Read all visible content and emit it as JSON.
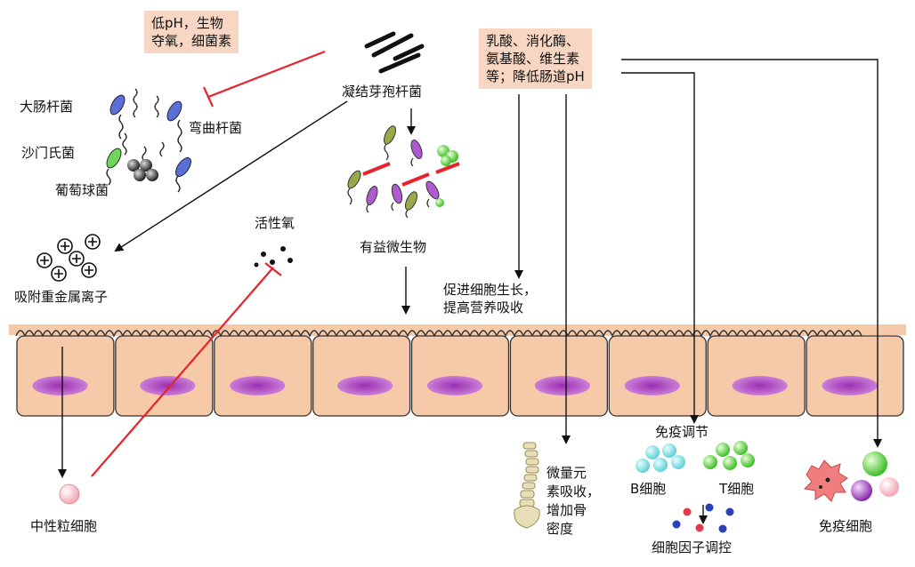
{
  "boxes": {
    "low_ph": {
      "line1": "低pH，生物",
      "line2": "夺氧，细菌素"
    },
    "metabolites": {
      "line1": "乳酸、消化酶、",
      "line2": "氨基酸、维生素",
      "line3": "等；降低肠道pH"
    }
  },
  "labels": {
    "e_coli": "大肠杆菌",
    "salmonella": "沙门氏菌",
    "staph": "葡萄球菌",
    "campylobacter": "弯曲杆菌",
    "bacillus": "凝结芽孢杆菌",
    "beneficial": "有益微生物",
    "ros": "活性氧",
    "heavy_metal": "吸附重金属离子",
    "cell_growth_1": "促进细胞生长，",
    "cell_growth_2": "提高营养吸收",
    "neutrophil": "中性粒细胞",
    "trace_1": "微量元",
    "trace_2": "素吸收，",
    "trace_3": "增加骨",
    "trace_4": "密度",
    "immune_reg": "免疫调节",
    "b_cell": "B细胞",
    "t_cell": "T细胞",
    "cytokine": "细胞因子调控",
    "immune_cell": "免疫细胞"
  },
  "colors": {
    "box_fill": "#f7d6c3",
    "inhibit_red": "#e8232b",
    "tissue": "#f6c9a8",
    "nucleus": "#a445b8",
    "arrow": "#111111"
  }
}
